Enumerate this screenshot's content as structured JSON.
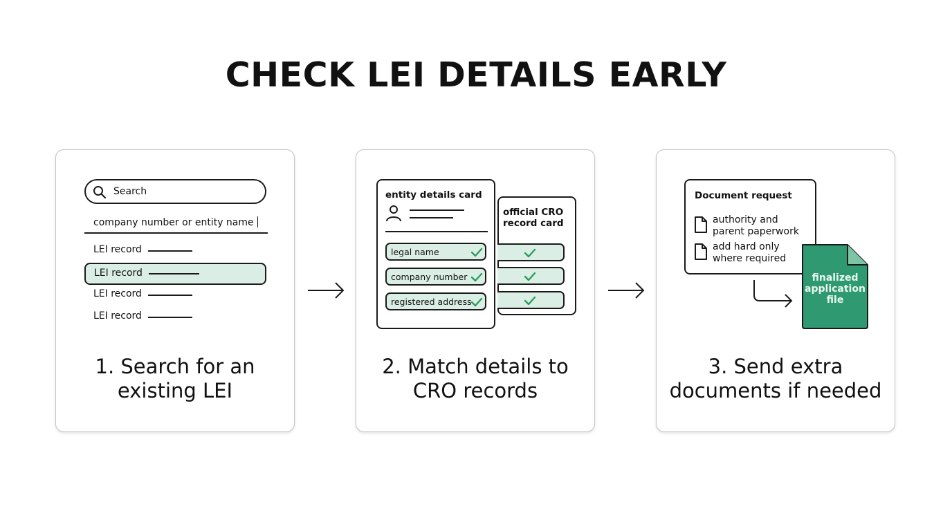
{
  "title": "CHECK LEI DETAILS EARLY",
  "colors": {
    "accent_green": "#2f9a72",
    "light_green": "#dbeee6",
    "check_green": "#2e9c5a",
    "ink": "#1a1a1a"
  },
  "step1": {
    "search": {
      "icon": "search-icon",
      "label": "Search"
    },
    "query": "company number or entity name",
    "results": [
      {
        "label": "LEI record",
        "selected": false
      },
      {
        "label": "LEI record",
        "selected": true
      },
      {
        "label": "LEI record",
        "selected": false
      },
      {
        "label": "LEI record",
        "selected": false
      }
    ],
    "caption": [
      "1. Search for an",
      "existing LEI"
    ]
  },
  "step2": {
    "entity_card": {
      "title": "entity details card",
      "icon": "user-icon",
      "fields": [
        "legal name",
        "company number",
        "registered address"
      ]
    },
    "cro_card": {
      "title": [
        "official CRO",
        "record card"
      ],
      "matches": 3
    },
    "caption": [
      "2. Match details to",
      "CRO records"
    ]
  },
  "step3": {
    "request": {
      "title": "Document request",
      "items": [
        {
          "icon": "document-icon",
          "lines": [
            "authority and",
            "parent paperwork"
          ]
        },
        {
          "icon": "document-icon",
          "lines": [
            "add hard only",
            "where required"
          ]
        }
      ]
    },
    "final_file": [
      "finalized",
      "application",
      "file"
    ],
    "caption": [
      "3. Send extra",
      "documents if needed"
    ]
  }
}
